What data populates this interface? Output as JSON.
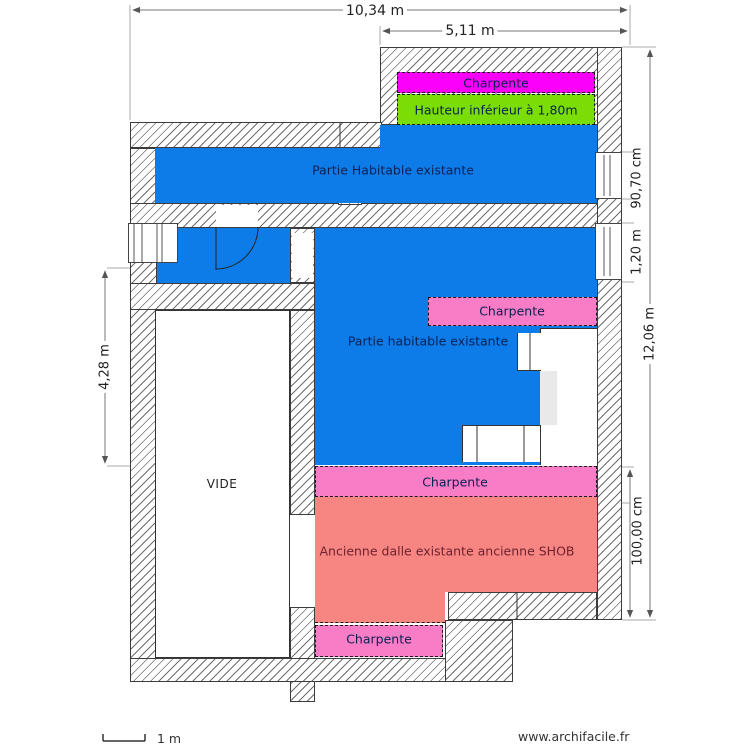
{
  "labels": {
    "charpente_top": "Charpente",
    "hauteur": "Hauteur inférieur à 1,80m",
    "partie_upper": "Partie Habitable existante",
    "partie_main": "Partie habitable existante",
    "charpente_mid": "Charpente",
    "vide": "VIDE",
    "charpente_low": "Charpente",
    "dalle": "Ancienne dalle existante ancienne SHOB",
    "charpente_bottom": "Charpente"
  },
  "dims": {
    "width_total": "10,34 m",
    "width_upper": "5,11 m",
    "window_right_upper": "90,70 cm",
    "window_right_lower": "1,20 m",
    "height_total": "12,06 m",
    "height_left": "4,28 m",
    "height_dalle": "100,00 cm"
  },
  "colors": {
    "room_blue": "#0e7ce8",
    "charpente_magenta": "#fb00fb",
    "hauteur_green": "#7ade06",
    "charpente_pink": "#f97cc7",
    "dalle_salmon": "#f78581",
    "vide_white": "#ffffff",
    "wall_line": "#3c3c3c"
  },
  "footer": {
    "site": "www.archifacile.fr",
    "scale": "1 m"
  }
}
